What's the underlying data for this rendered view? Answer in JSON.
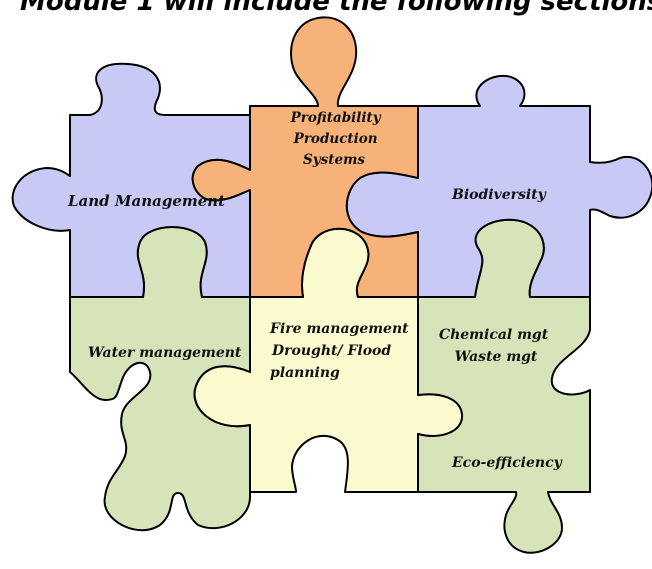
{
  "heading": "Module 1 will include the following sections:",
  "colors": {
    "purple": "#C9C9F5",
    "orange": "#F7B27A",
    "green": "#D7E4B9",
    "yellow": "#FCFBD0"
  },
  "pieces": {
    "land": {
      "color": "purple",
      "lines": [
        "Land Management"
      ]
    },
    "profit": {
      "color": "orange",
      "lines": [
        "Profitability",
        "Production",
        "Systems"
      ]
    },
    "bio": {
      "color": "purple",
      "lines": [
        "Biodiversity"
      ]
    },
    "water": {
      "color": "green",
      "lines": [
        "Water management"
      ]
    },
    "fire": {
      "color": "yellow",
      "lines": [
        "Fire management",
        "Drought/ Flood",
        "planning"
      ]
    },
    "chem": {
      "color": "green",
      "lines": [
        "Chemical mgt",
        "Waste mgt"
      ]
    },
    "eco": {
      "lines": [
        "Eco-efficiency"
      ]
    }
  }
}
